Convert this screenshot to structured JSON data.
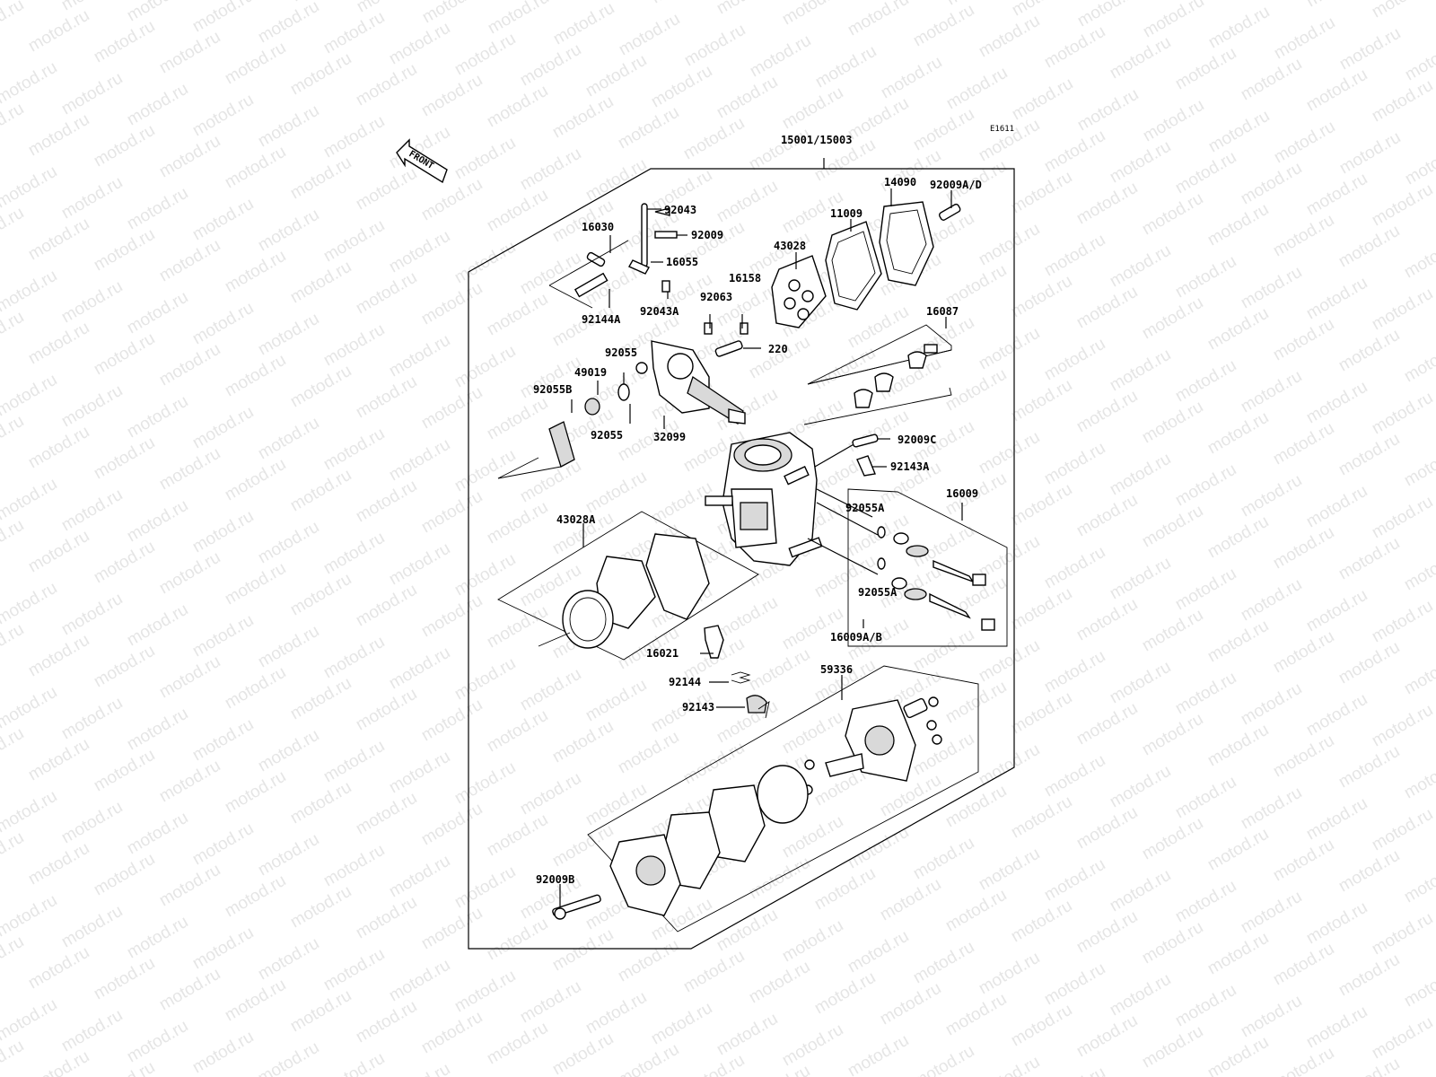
{
  "watermark": "motod.ru",
  "diagram_code": "E1611",
  "front_label": "FRONT",
  "assembly_label": "15001/15003",
  "parts": {
    "p92043": "92043",
    "p92009": "92009",
    "p16030": "16030",
    "p16055": "16055",
    "p92144A": "92144A",
    "p92043A": "92043A",
    "p43028": "43028",
    "p11009": "11009",
    "p14090": "14090",
    "p92009AD": "92009A/D",
    "p16158": "16158",
    "p92063": "92063",
    "p220": "220",
    "p16087": "16087",
    "p92055a": "92055",
    "p49019": "49019",
    "p92055B": "92055B",
    "p92055b": "92055",
    "p32099": "32099",
    "p92009C": "92009C",
    "p92143A": "92143A",
    "p16009": "16009",
    "p92055A1": "92055A",
    "p92055A2": "92055A",
    "p16009AB": "16009A/B",
    "p43028A": "43028A",
    "p16021": "16021",
    "p59336": "59336",
    "p92144": "92144",
    "p92143": "92143",
    "p92009B": "92009B"
  },
  "colors": {
    "line": "#000000",
    "watermark": "#cfcfcf",
    "background": "#ffffff"
  }
}
